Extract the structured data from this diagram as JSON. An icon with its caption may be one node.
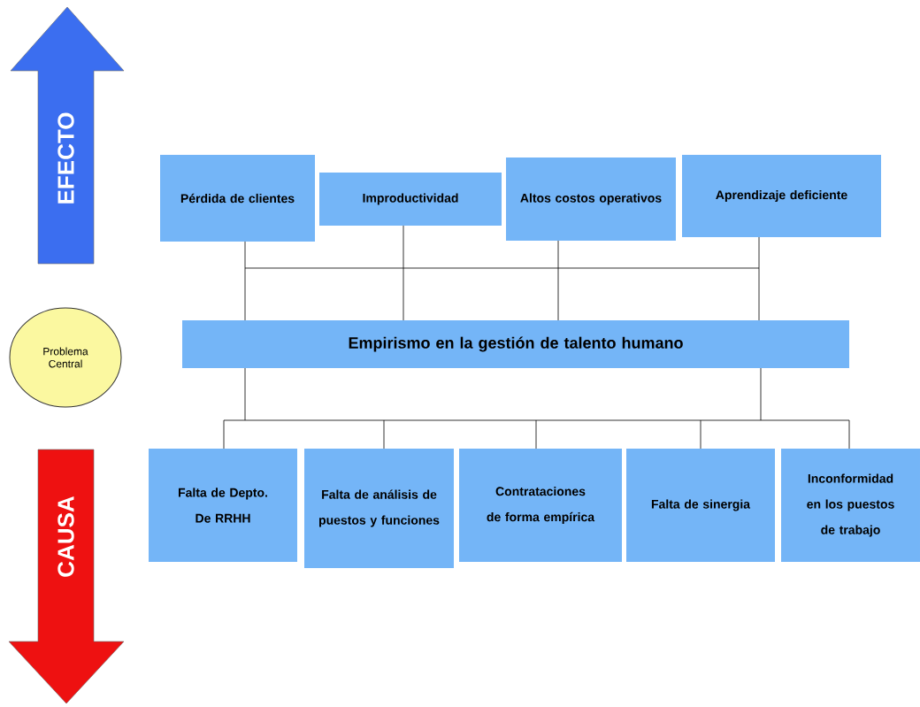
{
  "diagram": {
    "nodes": [
      {
        "text": [
          "EFECTO"
        ]
      },
      {
        "text": [
          "Pérdida de clientes"
        ]
      },
      {
        "text": [
          "Improductividad"
        ]
      },
      {
        "text": [
          "Altos costos operativos"
        ]
      },
      {
        "text": [
          "Aprendizaje deficiente"
        ]
      },
      {
        "text": [
          "Problema Central"
        ]
      },
      {
        "text": [
          "Empirismo en la gestión de talento humano"
        ]
      },
      {
        "text": [
          "CAUSA"
        ]
      },
      {
        "text": [
          "Falta de Depto. De RRHH"
        ]
      },
      {
        "text": [
          "Falta de análisis de puestos y funciones"
        ]
      },
      {
        "text": [
          "Contrataciones de forma empírica"
        ]
      },
      {
        "text": [
          "Falta de sinergia"
        ]
      },
      {
        "text": [
          "Inconformidad en los puestos de trabajo"
        ]
      }
    ],
    "edges": [
      {
        "from": 6,
        "to": 1,
        "arrow": "none"
      },
      {
        "from": 6,
        "to": 2,
        "arrow": "none"
      },
      {
        "from": 6,
        "to": 3,
        "arrow": "none"
      },
      {
        "from": 6,
        "to": 4,
        "arrow": "none"
      },
      {
        "from": 6,
        "to": 8,
        "arrow": "none"
      },
      {
        "from": 6,
        "to": 9,
        "arrow": "none"
      },
      {
        "from": 6,
        "to": 10,
        "arrow": "none"
      },
      {
        "from": 6,
        "to": 11,
        "arrow": "none"
      },
      {
        "from": 6,
        "to": 12,
        "arrow": "none"
      }
    ]
  }
}
